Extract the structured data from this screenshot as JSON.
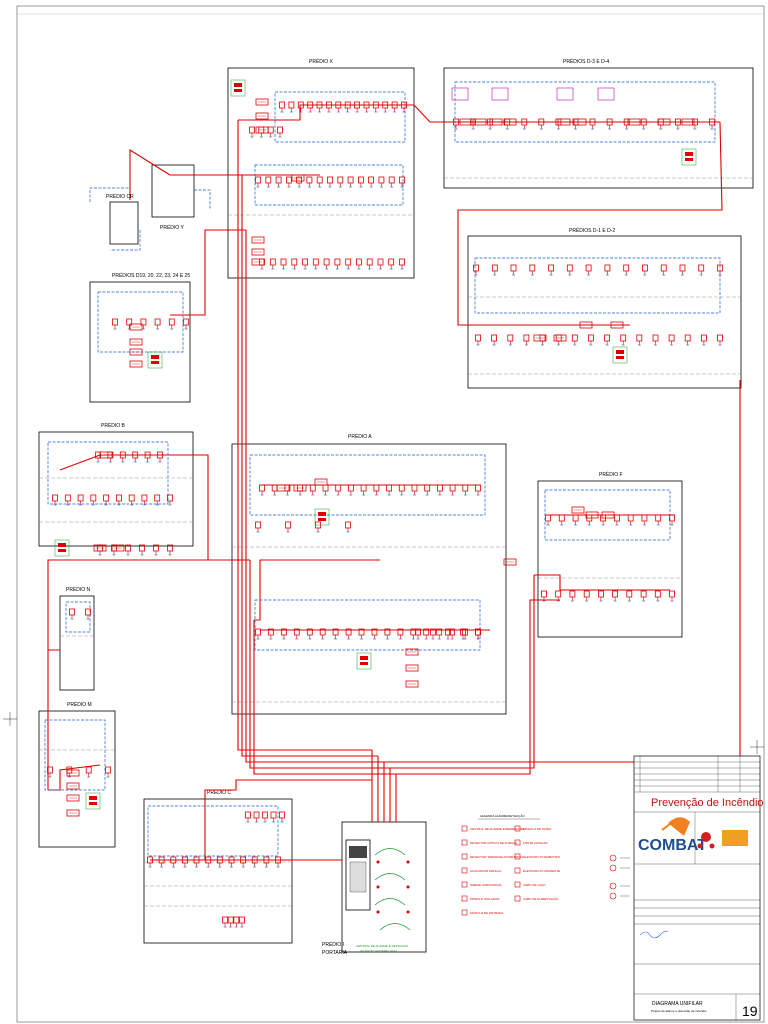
{
  "colors": {
    "wire": "#e00000",
    "loop": "#1a5fd0",
    "frame": "#000000",
    "device": "#e00000",
    "panel": "#1a9a2a"
  },
  "buildings": [
    {
      "id": "X",
      "label": "PRÉDIO X"
    },
    {
      "id": "D34",
      "label": "PRÉDIOS D-3 E D-4"
    },
    {
      "id": "D12",
      "label": "PRÉDIOS D-1 E D-2"
    },
    {
      "id": "CR",
      "label": "PRÉDIO CR"
    },
    {
      "id": "Y",
      "label": "PRÉDIO Y"
    },
    {
      "id": "D",
      "label": "PRÉDIOS D19, 20, 22, 23, 24 E 25"
    },
    {
      "id": "B",
      "label": "PRÉDIO B"
    },
    {
      "id": "A",
      "label": "PRÉDIO A"
    },
    {
      "id": "F",
      "label": "PRÉDIO F"
    },
    {
      "id": "N",
      "label": "PRÉDIO N"
    },
    {
      "id": "M",
      "label": "PRÉDIO M"
    },
    {
      "id": "C",
      "label": "PRÉDIO C"
    }
  ],
  "portaria": {
    "line1": "PRÉDIO I",
    "line2": "PORTARIA"
  },
  "central_caption": {
    "line1": "CENTRAL DE ALARME E DETECÇÃO",
    "line2": "INCÊNDIO ENDEREÇÁVEL"
  },
  "legend": {
    "title": "LEGENDA ALARME/DETECÇÃO",
    "items": [
      "CENTRAL DE ALARME ENDEREÇÁVEL",
      "DETECTOR ÓPTICO DE FUMAÇA",
      "DETECTOR TERMOVELOCIMÉTRICO",
      "ACIONADOR MANUAL",
      "SIRENE AUDIOVISUAL",
      "MÓDULO ISOLADOR",
      "MÓDULO DE ENTRADA",
      "MÓDULO DE SAÍDA",
      "FONTE AUXILIAR",
      "ELETRODUTO EMBUTIDO",
      "ELETRODUTO APARENTE",
      "CABO DE LAÇO",
      "CABO DE ALIMENTAÇÃO"
    ]
  },
  "title_block": {
    "title": "Prevenção de Incêndio",
    "company": "COMBAT",
    "sheet_title": "DIAGRAMA UNIFILAR",
    "subtitle": "Projeto de alarme e detecção de incêndio",
    "page": "19"
  }
}
